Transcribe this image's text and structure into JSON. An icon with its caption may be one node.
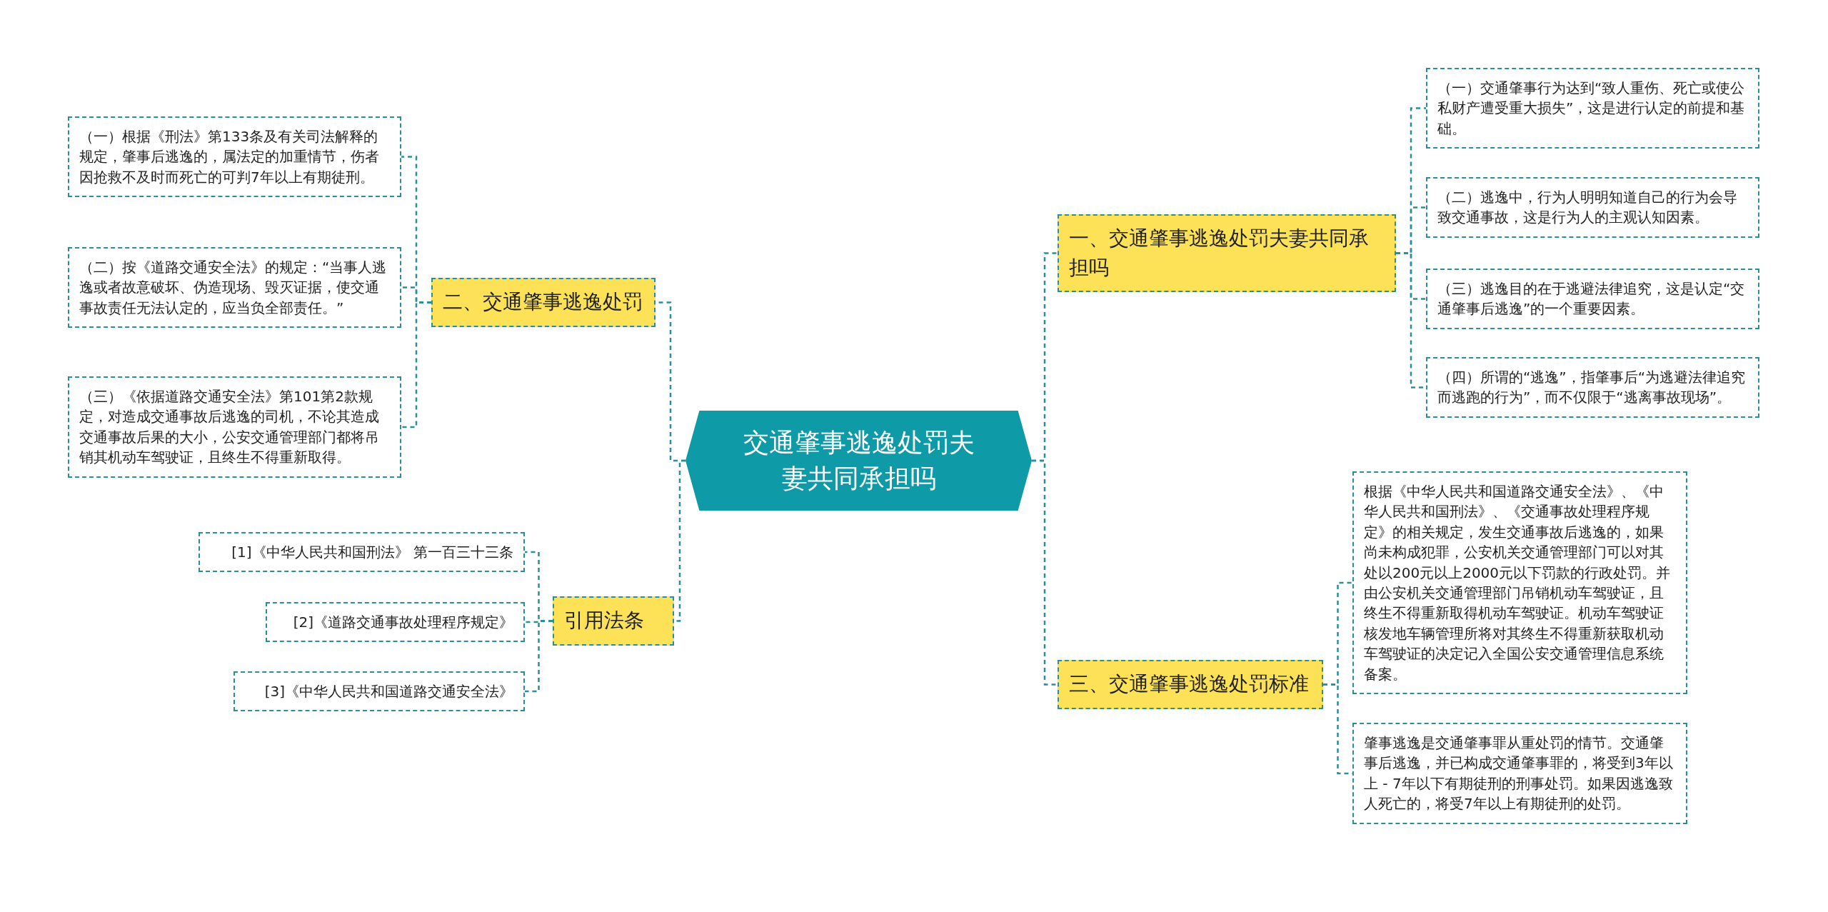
{
  "diagram": {
    "nodes": [
      {
        "text": [
          "交通肇事逃逸处罚夫妻共同承担吗"
        ]
      },
      {
        "text": [
          "一、交通肇事逃逸处罚夫妻共同承担吗"
        ]
      },
      {
        "text": [
          "（一）交通肇事行为达到“致人重伤、死亡或使公私财产遭受重大损失”，这是进行认定的前提和基础。"
        ]
      },
      {
        "text": [
          "（二）逃逸中，行为人明明知道自己的行为会导致交通事故，这是行为人的主观认知因素。"
        ]
      },
      {
        "text": [
          "（三）逃逸目的在于逃避法律追究，这是认定“交通肇事后逃逸”的一个重要因素。"
        ]
      },
      {
        "text": [
          "（四）所谓的“逃逸”，指肇事后“为逃避法律追究而逃跑的行为”，而不仅限于“逃离事故现场”。"
        ]
      },
      {
        "text": [
          "二、交通肇事逃逸处罚"
        ]
      },
      {
        "text": [
          "（一）根据《刑法》第133条及有关司法解释的规定，肇事后逃逸的，属法定的加重情节，伤者因抢救不及时而死亡的可判7年以上有期徒刑。"
        ]
      },
      {
        "text": [
          "（二）按《道路交通安全法》的规定：“当事人逃逸或者故意破坏、伪造现场、毁灭证据，使交通事故责任无法认定的，应当负全部责任。”"
        ]
      },
      {
        "text": [
          "（三）《依据道路交通安全法》第101第2款规定，对造成交通事故后逃逸的司机，不论其造成交通事故后果的大小，公安交通管理部门都将吊销其机动车驾驶证，且终生不得重新取得。"
        ]
      },
      {
        "text": [
          "三、交通肇事逃逸处罚标准"
        ]
      },
      {
        "text": [
          "根据《中华人民共和国道路交通安全法》、《中华人民共和国刑法》、《交通事故处理程序规定》的相关规定，发生交通事故后逃逸的，如果尚未构成犯罪，公安机关交通管理部门可以对其处以200元以上2000元以下罚款的行政处罚。并由公安机关交通管理部门吊销机动车驾驶证，且终生不得重新取得机动车驾驶证。机动车驾驶证核发地车辆管理所将对其终生不得重新获取机动车驾驶证的决定记入全国公安交通管理信息系统备案。"
        ]
      },
      {
        "text": [
          "肇事逃逸是交通肇事罪从重处罚的情节。交通肇事后逃逸，并已构成交通肇事罪的，将受到3年以上 - 7年以下有期徒刑的刑事处罚。如果因逃逸致人死亡的，将受7年以上有期徒刑的处罚。"
        ]
      },
      {
        "text": [
          "引用法条"
        ]
      },
      {
        "text": [
          "[1]《中华人民共和国刑法》 第一百三十三条"
        ]
      },
      {
        "text": [
          "[2]《道路交通事故处理程序规定》"
        ]
      },
      {
        "text": [
          "[3]《中华人民共和国道路交通安全法》"
        ]
      }
    ],
    "edges": [
      {
        "from": 0,
        "to": 1,
        "arrow": "none"
      },
      {
        "from": 1,
        "to": 2,
        "arrow": "none"
      },
      {
        "from": 1,
        "to": 3,
        "arrow": "none"
      },
      {
        "from": 1,
        "to": 4,
        "arrow": "none"
      },
      {
        "from": 1,
        "to": 5,
        "arrow": "none"
      },
      {
        "from": 0,
        "to": 6,
        "arrow": "none"
      },
      {
        "from": 6,
        "to": 7,
        "arrow": "none"
      },
      {
        "from": 6,
        "to": 8,
        "arrow": "none"
      },
      {
        "from": 6,
        "to": 9,
        "arrow": "none"
      },
      {
        "from": 0,
        "to": 10,
        "arrow": "none"
      },
      {
        "from": 10,
        "to": 11,
        "arrow": "none"
      },
      {
        "from": 10,
        "to": 12,
        "arrow": "none"
      },
      {
        "from": 0,
        "to": 13,
        "arrow": "none"
      },
      {
        "from": 13,
        "to": 14,
        "arrow": "none"
      },
      {
        "from": 13,
        "to": 15,
        "arrow": "none"
      },
      {
        "from": 13,
        "to": 16,
        "arrow": "none"
      }
    ]
  }
}
